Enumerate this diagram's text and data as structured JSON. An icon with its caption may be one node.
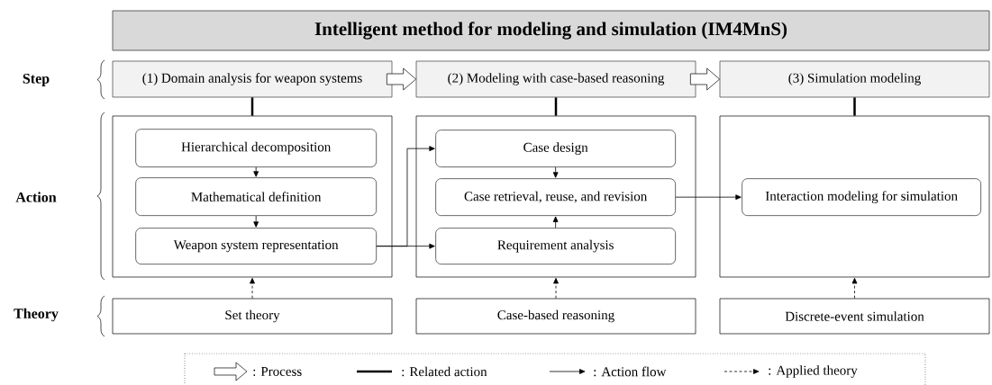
{
  "diagram": {
    "nodes": [
      {
        "text": [
          "Intelligent method for modeling and simulation (IM4MnS)"
        ]
      },
      {
        "text": [
          "(1) Domain analysis for weapon systems"
        ]
      },
      {
        "text": [
          "(2) Modeling with case-based reasoning"
        ]
      },
      {
        "text": [
          "(3) Simulation modeling"
        ]
      },
      {
        "text": [],
        "shape": "box"
      },
      {
        "text": [
          "Hierarchical decomposition"
        ],
        "in": 4
      },
      {
        "text": [
          "Mathematical definition"
        ],
        "in": 4
      },
      {
        "text": [
          "Weapon system representation"
        ],
        "in": 4
      },
      {
        "text": [],
        "shape": "box"
      },
      {
        "text": [
          "Case design"
        ],
        "in": 8
      },
      {
        "text": [
          "Case retrieval, reuse, and revision"
        ],
        "in": 8
      },
      {
        "text": [
          "Requirement analysis"
        ],
        "in": 8
      },
      {
        "text": [],
        "shape": "box"
      },
      {
        "text": [
          "Interaction modeling for simulation"
        ],
        "in": 12
      },
      {
        "text": [
          "Set theory"
        ]
      },
      {
        "text": [
          "Case-based reasoning"
        ]
      },
      {
        "text": [
          "Discrete-event simulation"
        ]
      }
    ],
    "edges": [
      {
        "from": 1,
        "to": 2,
        "arrow": "to",
        "style": "thick"
      },
      {
        "from": 2,
        "to": 3,
        "arrow": "to",
        "style": "thick"
      },
      {
        "from": 1,
        "to": 4,
        "arrow": "none",
        "style": "thick"
      },
      {
        "from": 2,
        "to": 8,
        "arrow": "none",
        "style": "thick"
      },
      {
        "from": 3,
        "to": 12,
        "arrow": "none",
        "style": "thick"
      },
      {
        "from": 5,
        "to": 6,
        "arrow": "to"
      },
      {
        "from": 6,
        "to": 7,
        "arrow": "to"
      },
      {
        "from": 7,
        "to": 9,
        "arrow": "to"
      },
      {
        "from": 7,
        "to": 11,
        "arrow": "to"
      },
      {
        "from": 9,
        "to": 10,
        "arrow": "to"
      },
      {
        "from": 11,
        "to": 10,
        "arrow": "to"
      },
      {
        "from": 10,
        "to": 13,
        "arrow": "to"
      },
      {
        "from": 14,
        "to": 4,
        "arrow": "to",
        "style": "dashed"
      },
      {
        "from": 15,
        "to": 8,
        "arrow": "to",
        "style": "dashed"
      },
      {
        "from": 16,
        "to": 12,
        "arrow": "to",
        "style": "dashed"
      }
    ],
    "labels": [
      "Step",
      "Action",
      "Theory"
    ],
    "legend": [
      {
        "text": ": Process"
      },
      {
        "text": ": Related action"
      },
      {
        "text": ": Action flow"
      },
      {
        "text": ": Applied theory"
      }
    ]
  }
}
